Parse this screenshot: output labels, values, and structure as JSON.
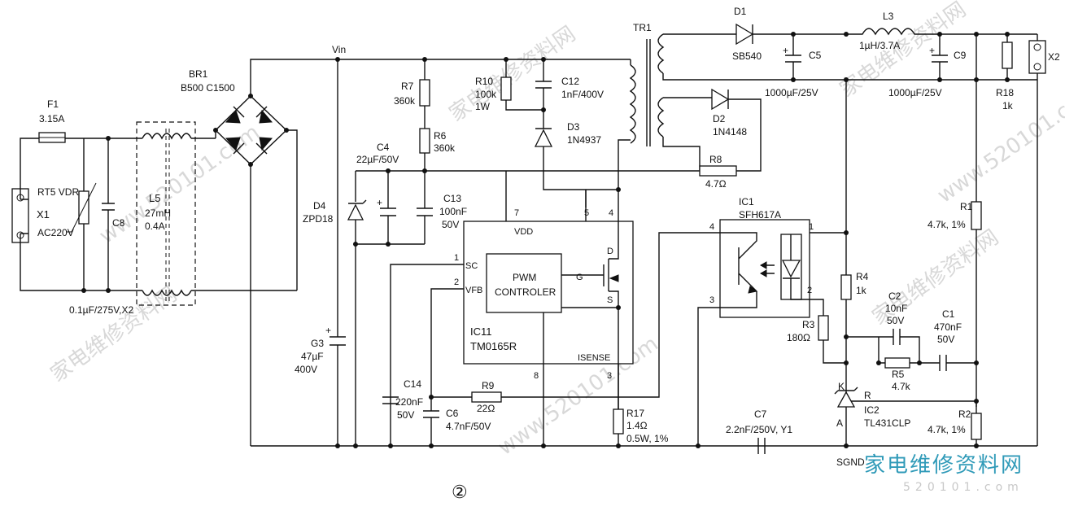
{
  "labels": {
    "f1": "F1",
    "f1_val": "3.15A",
    "rt5": "RT5 VDR",
    "x1": "X1",
    "x1_val": "AC220V",
    "c8": "C8",
    "c8_val": "0.1µF/275V,X2",
    "l5": "L5",
    "l5_val1": "27mH",
    "l5_val2": "0.4A",
    "br1": "BR1",
    "br1_val": "B500 C1500",
    "vin": "Vin",
    "d4": "D4",
    "d4_val": "ZPD18",
    "c4": "C4",
    "c4_val": "22µF/50V",
    "c13": "C13",
    "c13_v1": "100nF",
    "c13_v2": "50V",
    "g3": "G3",
    "g3_v1": "47µF",
    "g3_v2": "400V",
    "r7": "R7",
    "r7_val": "360k",
    "r6": "R6",
    "r6_val": "360k",
    "r10": "R10",
    "r10_v1": "100k",
    "r10_v2": "1W",
    "c12": "C12",
    "c12_val": "1nF/400V",
    "d3": "D3",
    "d3_val": "1N4937",
    "tr1": "TR1",
    "d1": "D1",
    "d1_val": "SB540",
    "c5": "C5",
    "c5_val": "1000µF/25V",
    "l3": "L3",
    "l3_val": "1µH/3.7A",
    "c9": "C9",
    "c9_val": "1000µF/25V",
    "x2": "X2",
    "r18": "R18",
    "r18_val": "1k",
    "d2": "D2",
    "d2_val": "1N4148",
    "r8": "R8",
    "r8_val": "4.7Ω",
    "ic1": "IC1",
    "ic1_val": "SFH617A",
    "r1": "R1",
    "r1_val": "4.7k, 1%",
    "r4": "R4",
    "r4_val": "1k",
    "c2": "C2",
    "c2_v1": "10nF",
    "c2_v2": "50V",
    "c1": "C1",
    "c1_v1": "470nF",
    "c1_v2": "50V",
    "r3": "R3",
    "r3_val": "180Ω",
    "r5": "R5",
    "r5_val": "4.7k",
    "ic2": "IC2",
    "ic2_val": "TL431CLP",
    "r2": "R2",
    "r2_val": "4.7k, 1%",
    "k": "K",
    "r": "R",
    "a": "A",
    "c7": "C7",
    "c7_val": "2.2nF/250V, Y1",
    "sgnd": "SGND",
    "c14": "C14",
    "c14_v1": "220nF",
    "c14_v2": "50V",
    "c6": "C6",
    "c6_val": "4.7nF/50V",
    "r9": "R9",
    "r9_val": "22Ω",
    "r17": "R17",
    "r17_v1": "1.4Ω",
    "r17_v2": "0.5W, 1%",
    "ic11": "IC11",
    "ic11_val": "TM0165R",
    "pwm1": "PWM",
    "pwm2": "CONTROLER",
    "vdd": "VDD",
    "sc": "SC",
    "vfb": "VFB",
    "isense": "ISENSE",
    "g": "G",
    "d": "D",
    "s": "S",
    "pin1": "1",
    "pin2": "2",
    "pin3": "3",
    "pin4": "4",
    "pin5": "5",
    "pin7": "7",
    "pin8": "8",
    "oc1": "1",
    "oc2": "2",
    "oc3": "3",
    "oc4": "4",
    "fig": "②"
  },
  "watermark": {
    "cn": "家电维修资料网",
    "site": "www.520101.com",
    "brand": "家电维修资料网",
    "brand_url": "520101.com"
  },
  "colors": {
    "ink": "#111111",
    "brand": "#2f9ab8",
    "watermark": "#d8d8d8"
  }
}
